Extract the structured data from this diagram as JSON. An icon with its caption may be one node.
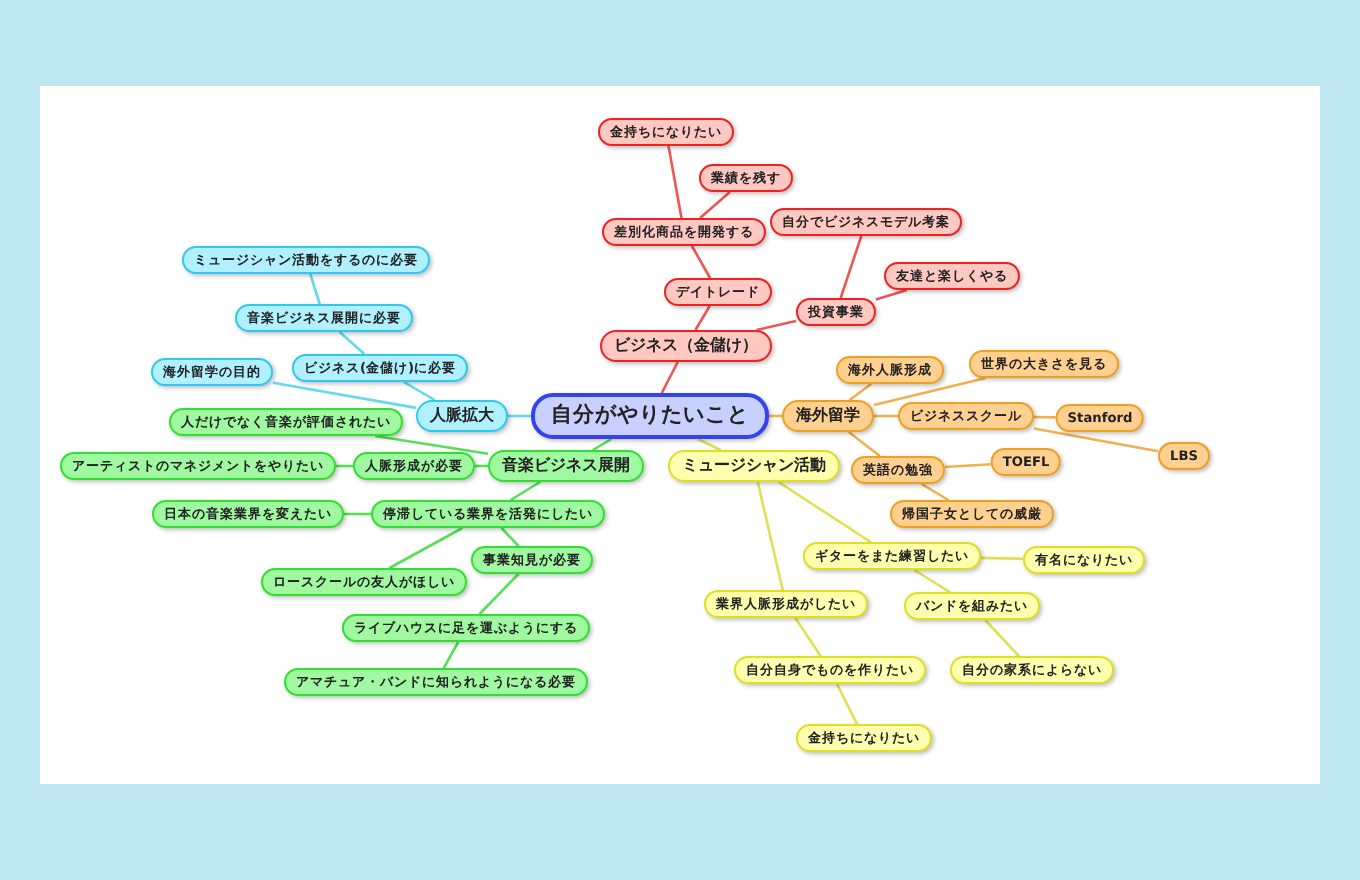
{
  "diagram": {
    "nodes": [
      {
        "text": [
          "自分がやりたいこと"
        ]
      },
      {
        "text": [
          "ビジネス（金儲け）"
        ]
      },
      {
        "text": [
          "金持ちになりたい"
        ]
      },
      {
        "text": [
          "業績を残す"
        ]
      },
      {
        "text": [
          "差別化商品を開発する"
        ]
      },
      {
        "text": [
          "自分でビジネスモデル考案"
        ]
      },
      {
        "text": [
          "デイトレード"
        ]
      },
      {
        "text": [
          "友達と楽しくやる"
        ]
      },
      {
        "text": [
          "投資事業"
        ]
      },
      {
        "text": [
          "ミュージシャン活動をするのに必要"
        ]
      },
      {
        "text": [
          "音楽ビジネス展開に必要"
        ]
      },
      {
        "text": [
          "ビジネス(金儲け)に必要"
        ]
      },
      {
        "text": [
          "海外留学の目的"
        ]
      },
      {
        "text": [
          "人脈拡大"
        ]
      },
      {
        "text": [
          "海外人脈形成"
        ]
      },
      {
        "text": [
          "世界の大きさを見る"
        ]
      },
      {
        "text": [
          "海外留学"
        ]
      },
      {
        "text": [
          "ビジネススクール"
        ]
      },
      {
        "text": [
          "Stanford"
        ]
      },
      {
        "text": [
          "英語の勉強"
        ]
      },
      {
        "text": [
          "TOEFL"
        ]
      },
      {
        "text": [
          "LBS"
        ]
      },
      {
        "text": [
          "人だけでなく音楽が評価されたい"
        ]
      },
      {
        "text": [
          "音楽ビジネス展開"
        ]
      },
      {
        "text": [
          "アーティストのマネジメントをやりたい"
        ]
      },
      {
        "text": [
          "人脈形成が必要"
        ]
      },
      {
        "text": [
          "ミュージシャン活動"
        ]
      },
      {
        "text": [
          "日本の音楽業界を変えたい"
        ]
      },
      {
        "text": [
          "停滞している業界を活発にしたい"
        ]
      },
      {
        "text": [
          "事業知見が必要"
        ]
      },
      {
        "text": [
          "帰国子女としての威厳"
        ]
      },
      {
        "text": [
          "ギターをまた練習したい"
        ]
      },
      {
        "text": [
          "有名になりたい"
        ]
      },
      {
        "text": [
          "ロースクールの友人がほしい"
        ]
      },
      {
        "text": [
          "業界人脈形成がしたい"
        ]
      },
      {
        "text": [
          "バンドを組みたい"
        ]
      },
      {
        "text": [
          "ライブハウスに足を運ぶようにする"
        ]
      },
      {
        "text": [
          "自分自身でものを作りたい"
        ]
      },
      {
        "text": [
          "自分の家系によらない"
        ]
      },
      {
        "text": [
          "アマチュア・バンドに知られようになる必要"
        ]
      },
      {
        "text": [
          "金持ちになりたい"
        ]
      }
    ],
    "edges": [
      {
        "from": 0,
        "to": 1,
        "arrow": "none",
        "color": "#ee5555"
      },
      {
        "from": 0,
        "to": 13,
        "arrow": "none",
        "color": "#66d8f0"
      },
      {
        "from": 0,
        "to": 16,
        "arrow": "none",
        "color": "#f0b050"
      },
      {
        "from": 0,
        "to": 23,
        "arrow": "none",
        "color": "#55e055"
      },
      {
        "from": 0,
        "to": 26,
        "arrow": "none",
        "color": "#e0e050"
      },
      {
        "from": 4,
        "to": 2,
        "arrow": "none",
        "color": "#ee5555"
      },
      {
        "from": 4,
        "to": 3,
        "arrow": "none",
        "color": "#ee5555"
      },
      {
        "from": 6,
        "to": 4,
        "arrow": "none",
        "color": "#ee5555"
      },
      {
        "from": 8,
        "to": 5,
        "arrow": "none",
        "color": "#ee5555"
      },
      {
        "from": 1,
        "to": 6,
        "arrow": "none",
        "color": "#ee5555"
      },
      {
        "from": 8,
        "to": 7,
        "arrow": "none",
        "color": "#ee5555"
      },
      {
        "from": 1,
        "to": 8,
        "arrow": "none",
        "color": "#ee5555"
      },
      {
        "from": 10,
        "to": 9,
        "arrow": "none",
        "color": "#66d8f0"
      },
      {
        "from": 11,
        "to": 10,
        "arrow": "none",
        "color": "#66d8f0"
      },
      {
        "from": 13,
        "to": 11,
        "arrow": "none",
        "color": "#66d8f0"
      },
      {
        "from": 13,
        "to": 12,
        "arrow": "none",
        "color": "#66d8f0"
      },
      {
        "from": 16,
        "to": 14,
        "arrow": "none",
        "color": "#f0b050"
      },
      {
        "from": 16,
        "to": 15,
        "arrow": "none",
        "color": "#f0b050"
      },
      {
        "from": 16,
        "to": 17,
        "arrow": "none",
        "color": "#f0b050"
      },
      {
        "from": 16,
        "to": 19,
        "arrow": "none",
        "color": "#f0b050"
      },
      {
        "from": 17,
        "to": 18,
        "arrow": "none",
        "color": "#f0b050"
      },
      {
        "from": 17,
        "to": 21,
        "arrow": "none",
        "color": "#f0b050"
      },
      {
        "from": 19,
        "to": 20,
        "arrow": "none",
        "color": "#f0b050"
      },
      {
        "from": 19,
        "to": 30,
        "arrow": "none",
        "color": "#f0b050"
      },
      {
        "from": 23,
        "to": 22,
        "arrow": "none",
        "color": "#55e055"
      },
      {
        "from": 23,
        "to": 25,
        "arrow": "none",
        "color": "#55e055"
      },
      {
        "from": 25,
        "to": 24,
        "arrow": "none",
        "color": "#55e055"
      },
      {
        "from": 23,
        "to": 28,
        "arrow": "none",
        "color": "#55e055"
      },
      {
        "from": 28,
        "to": 27,
        "arrow": "none",
        "color": "#55e055"
      },
      {
        "from": 28,
        "to": 29,
        "arrow": "none",
        "color": "#55e055"
      },
      {
        "from": 28,
        "to": 33,
        "arrow": "none",
        "color": "#55e055"
      },
      {
        "from": 29,
        "to": 36,
        "arrow": "none",
        "color": "#55e055"
      },
      {
        "from": 36,
        "to": 39,
        "arrow": "none",
        "color": "#55e055"
      },
      {
        "from": 26,
        "to": 31,
        "arrow": "none",
        "color": "#e0e050"
      },
      {
        "from": 31,
        "to": 32,
        "arrow": "none",
        "color": "#e0e050"
      },
      {
        "from": 26,
        "to": 34,
        "arrow": "none",
        "color": "#e0e050"
      },
      {
        "from": 31,
        "to": 35,
        "arrow": "none",
        "color": "#e0e050"
      },
      {
        "from": 34,
        "to": 37,
        "arrow": "none",
        "color": "#e0e050"
      },
      {
        "from": 35,
        "to": 38,
        "arrow": "none",
        "color": "#e0e050"
      },
      {
        "from": 37,
        "to": 40,
        "arrow": "none",
        "color": "#e0e050"
      }
    ]
  }
}
